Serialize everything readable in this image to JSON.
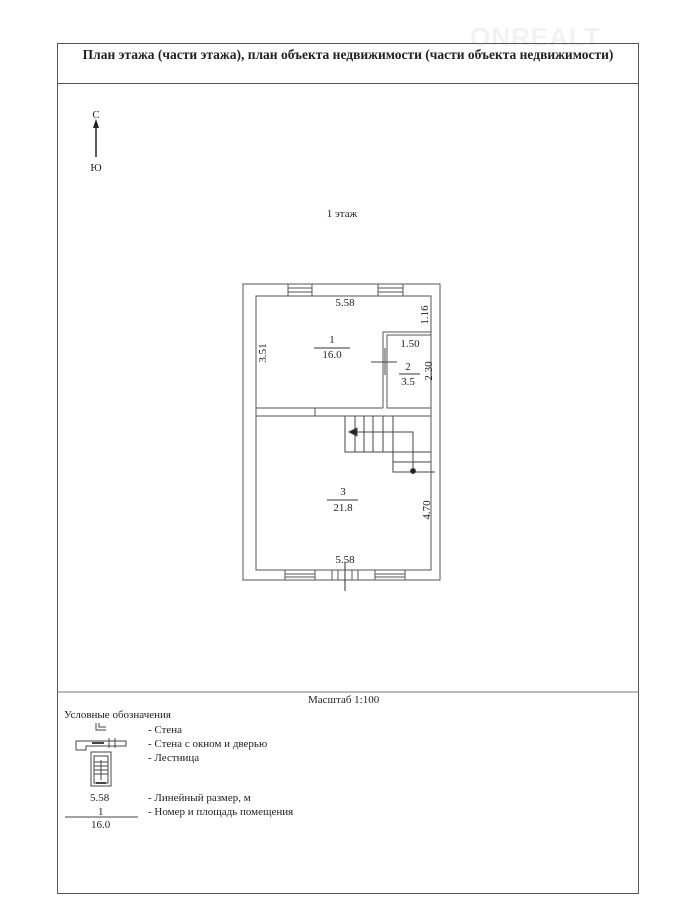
{
  "watermark": "ONREALT",
  "title": "План этажа (части этажа), план объекта недвижимости (части объекта недвижимости)",
  "compass": {
    "north": "С",
    "south": "Ю"
  },
  "floor_label": "1 этаж",
  "plan": {
    "dimensions": {
      "top_width": "5.58",
      "bottom_width": "5.58",
      "room1_height": "3.51",
      "corner": "1.16",
      "room2_width": "1.50",
      "room2_height": "2.30",
      "room3_height": "4.70"
    },
    "rooms": [
      {
        "number": "1",
        "area": "16.0"
      },
      {
        "number": "2",
        "area": "3.5"
      },
      {
        "number": "3",
        "area": "21.8"
      }
    ]
  },
  "scale": "Масштаб 1:100",
  "legend": {
    "title": "Условные обозначения",
    "items": [
      "- Стена",
      "- Стена с окном и дверью",
      "- Лестница",
      "- Линейный размер, м",
      "- Номер и площадь помещения"
    ],
    "sample_dimension": "5.58",
    "sample_room_number": "1",
    "sample_room_area": "16.0"
  }
}
